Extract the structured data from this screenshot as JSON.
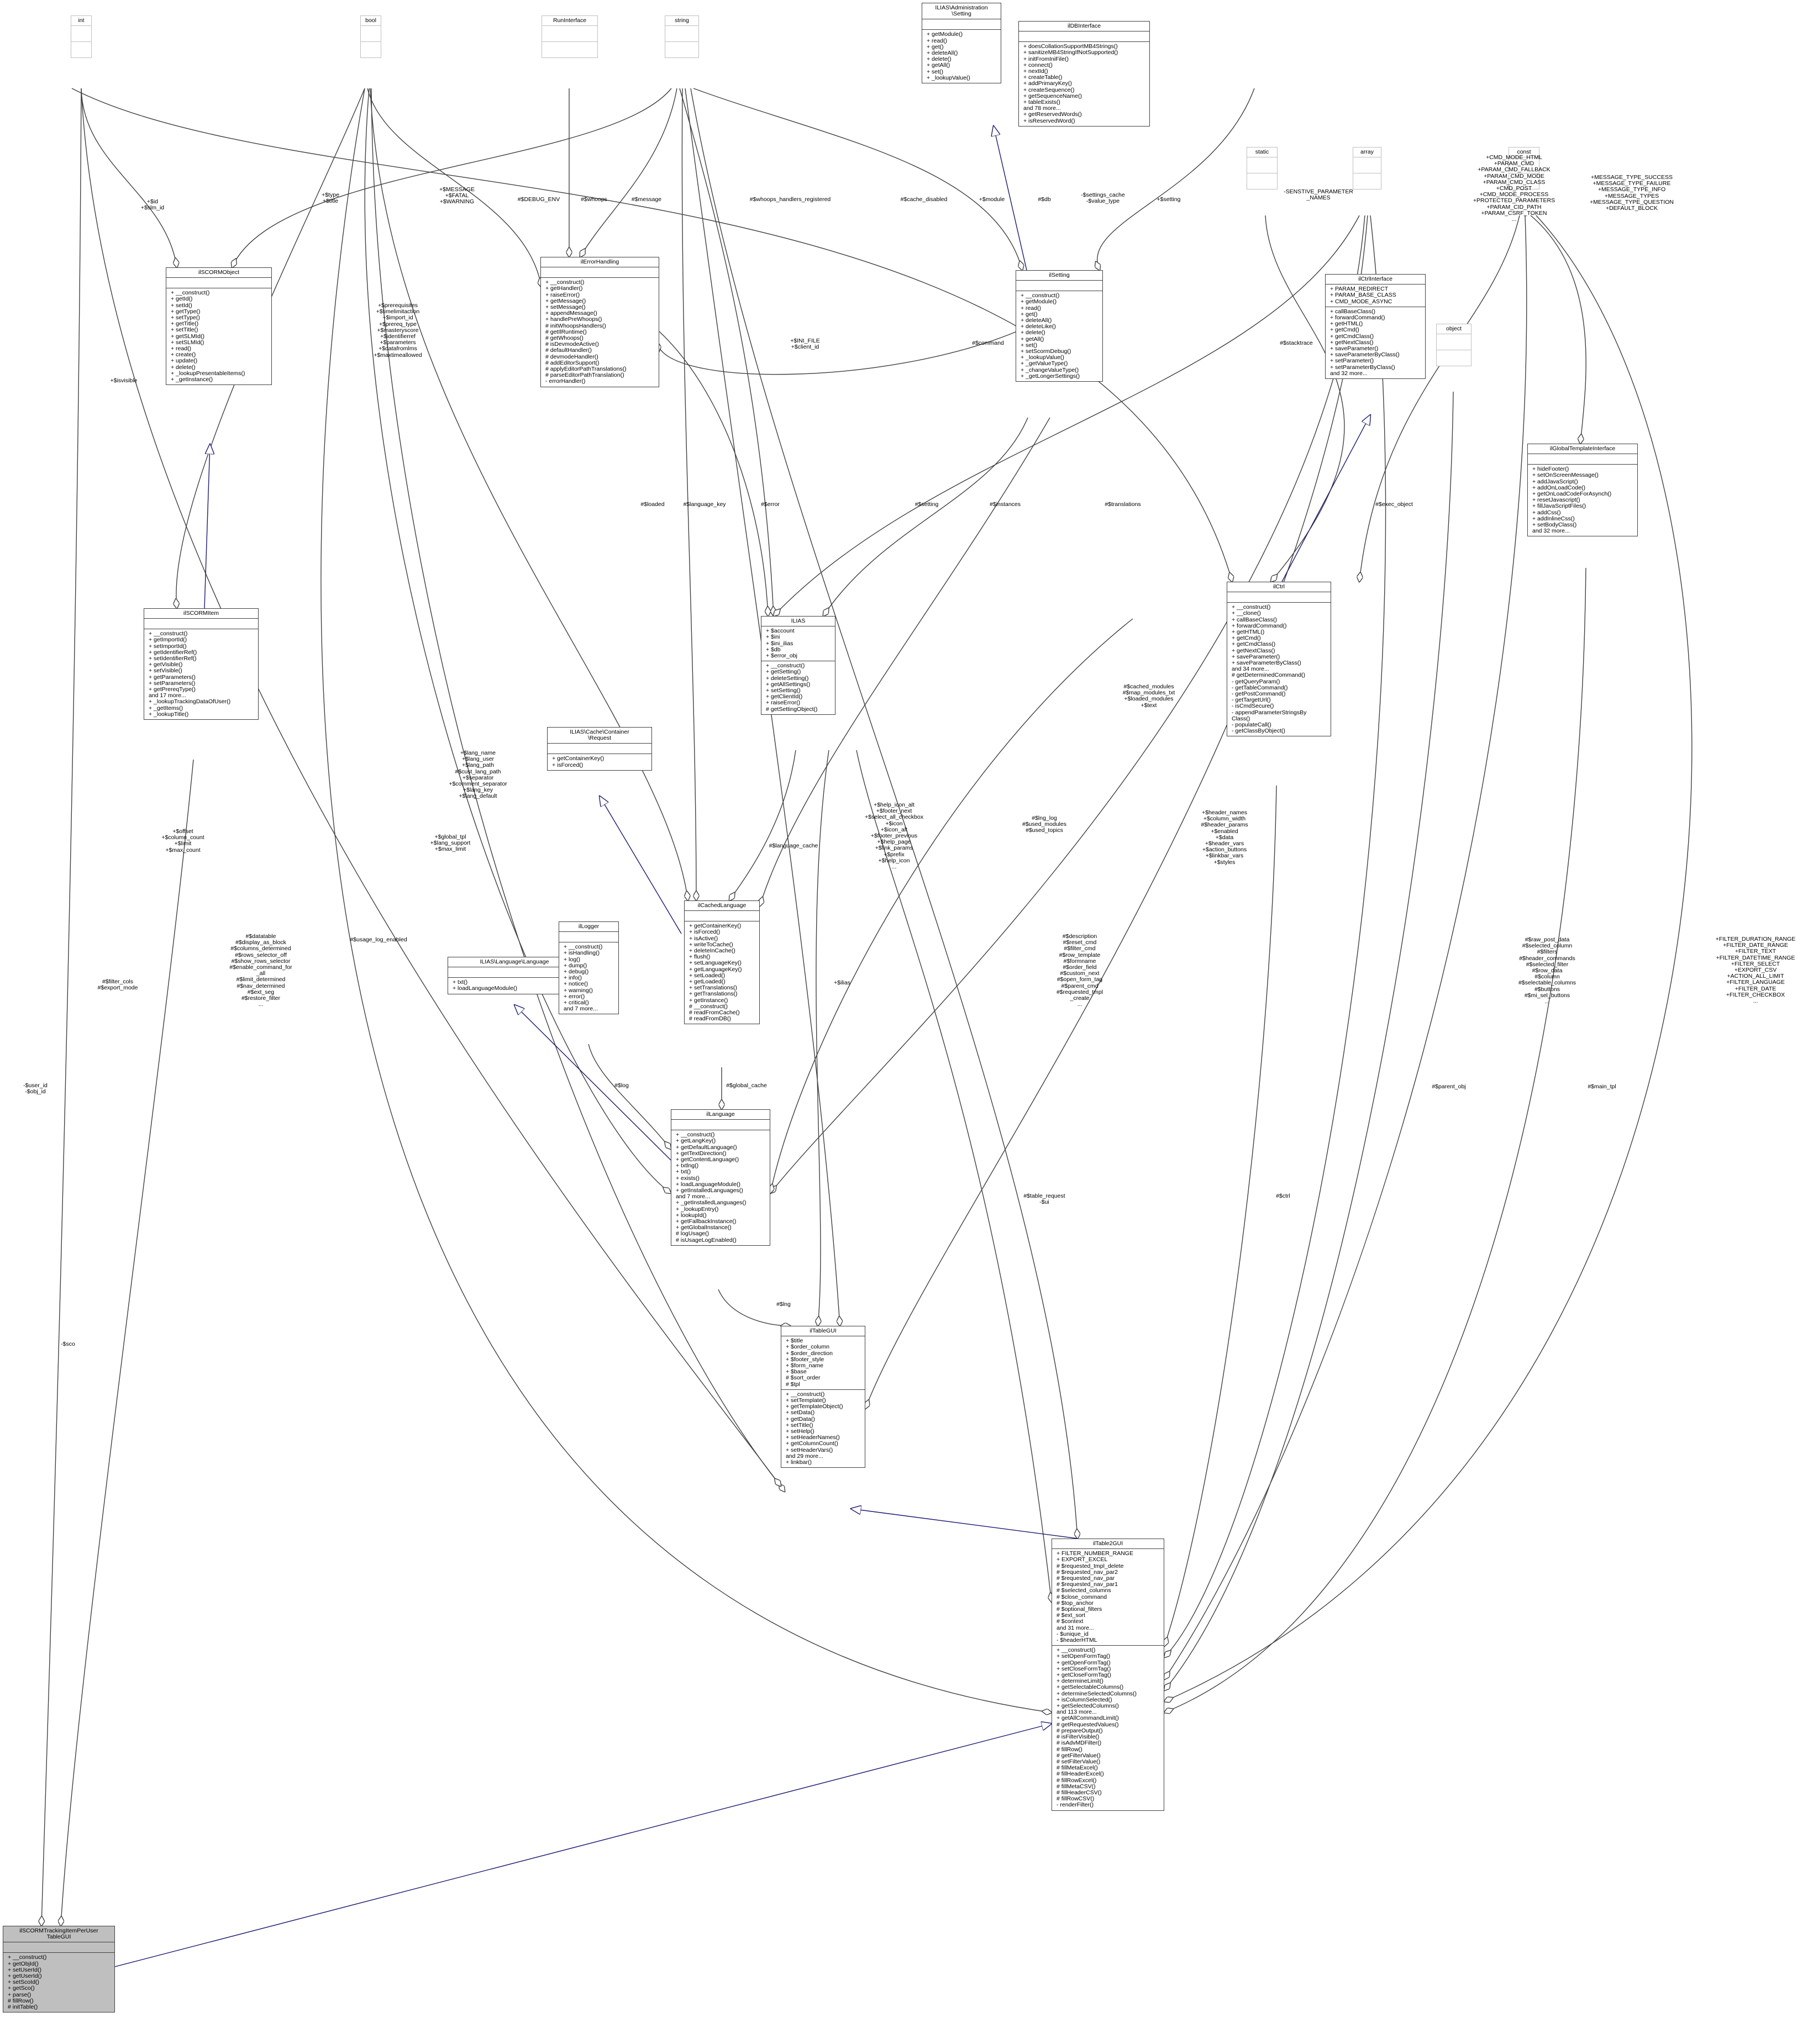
{
  "classes": [
    {
      "name": "int",
      "primitive": true,
      "attrs": [],
      "methods": []
    },
    {
      "name": "bool",
      "primitive": true,
      "attrs": [],
      "methods": []
    },
    {
      "name": "RunInterface",
      "primitive": true,
      "attrs": [],
      "methods": []
    },
    {
      "name": "string",
      "primitive": true,
      "attrs": [],
      "methods": []
    },
    {
      "name": "ILIAS\\Administration\n\\Setting",
      "attrs": [],
      "methods": [
        "+ getModule()",
        "+ read()",
        "+ get()",
        "+ deleteAll()",
        "+ delete()",
        "+ getAll()",
        "+ set()",
        "+ _lookupValue()"
      ]
    },
    {
      "name": "ilDBInterface",
      "attrs": [],
      "methods": [
        "+ doesCollationSupportMB4Strings()",
        "+ sanitizeMB4StringIfNotSupported()",
        "+ initFromIniFile()",
        "+ connect()",
        "+ nextId()",
        "+ createTable()",
        "+ addPrimaryKey()",
        "+ createSequence()",
        "+ getSequenceName()",
        "+ tableExists()",
        "and 78 more...",
        "+ getReservedWords()",
        "+ isReservedWord()"
      ]
    },
    {
      "name": "static",
      "primitive": true,
      "attrs": [],
      "methods": []
    },
    {
      "name": "array",
      "primitive": true,
      "attrs": [],
      "methods": []
    },
    {
      "name": "const",
      "primitive": true,
      "attrs": [],
      "methods": []
    },
    {
      "name": "ilSCORMObject",
      "attrs": [],
      "methods": [
        "+ __construct()",
        "+ getId()",
        "+ setId()",
        "+ getType()",
        "+ setType()",
        "+ getTitle()",
        "+ setTitle()",
        "+ getSLMId()",
        "+ setSLMId()",
        "+ read()",
        "+ create()",
        "+ update()",
        "+ delete()",
        "+ _lookupPresentableItems()",
        "+ _getInstance()"
      ]
    },
    {
      "name": "ilErrorHandling",
      "attrs": [],
      "methods": [
        "+ __construct()",
        "+ getHandler()",
        "+ raiseError()",
        "+ getMessage()",
        "+ setMessage()",
        "+ appendMessage()",
        "+ handlePreWhoops()",
        "# initWhoopsHandlers()",
        "# getIlRuntime()",
        "# getWhoops()",
        "# isDevmodeActive()",
        "# defaultHandler()",
        "# devmodeHandler()",
        "# addEditorSupport()",
        "# applyEditorPathTranslations()",
        "# parseEditorPathTranslation()",
        "- errorHandler()"
      ]
    },
    {
      "name": "ilSetting",
      "attrs": [],
      "methods": [
        "+ __construct()",
        "+ getModule()",
        "+ read()",
        "+ get()",
        "+ deleteAll()",
        "+ deleteLike()",
        "+ delete()",
        "+ getAll()",
        "+ set()",
        "+ setScormDebug()",
        "+ _lookupValue()",
        "+ _getValueType()",
        "+ _changeValueType()",
        "+ _getLongerSettings()"
      ]
    },
    {
      "name": "ilCtrlInterface",
      "attrs": [
        "+ PARAM_REDIRECT",
        "+ PARAM_BASE_CLASS",
        "+ CMD_MODE_ASYNC"
      ],
      "methods": [
        "+ callBaseClass()",
        "+ forwardCommand()",
        "+ getHTML()",
        "+ getCmd()",
        "+ getCmdClass()",
        "+ getNextClass()",
        "+ saveParameter()",
        "+ saveParameterByClass()",
        "+ setParameter()",
        "+ setParameterByClass()",
        "and 32 more..."
      ]
    },
    {
      "name": "object",
      "primitive": true,
      "attrs": [],
      "methods": []
    },
    {
      "name": "ilGlobalTemplateInterface",
      "attrs": [],
      "methods": [
        "+ hideFooter()",
        "+ setOnScreenMessage()",
        "+ addJavaScript()",
        "+ addOnLoadCode()",
        "+ getOnLoadCodeForAsynch()",
        "+ resetJavascript()",
        "+ fillJavaScriptFiles()",
        "+ addCss()",
        "+ addInlineCss()",
        "+ setBodyClass()",
        "and 32 more..."
      ]
    },
    {
      "name": "ilSCORMItem",
      "attrs": [],
      "methods": [
        "+ __construct()",
        "+ getImportId()",
        "+ setImportId()",
        "+ getIdentifierRef()",
        "+ setIdentifierRef()",
        "+ getVisible()",
        "+ setVisible()",
        "+ getParameters()",
        "+ setParameters()",
        "+ getPrereqType()",
        "and 17 more...",
        "+ _lookupTrackingDataOfUser()",
        "+ _getItems()",
        "+ _lookupTitle()"
      ]
    },
    {
      "name": "ILIAS\\Cache\\Container\n\\Request",
      "attrs": [],
      "methods": [
        "+ getContainerKey()",
        "+ isForced()"
      ]
    },
    {
      "name": "ILIAS",
      "attrs": [
        "+ $account",
        "+ $ini",
        "+ $ini_ilias",
        "+ $db",
        "+ $error_obj"
      ],
      "methods": [
        "+ __construct()",
        "+ getSetting()",
        "+ deleteSetting()",
        "+ getAllSettings()",
        "+ setSetting()",
        "+ getClientId()",
        "+ raiseError()",
        "# getSettingObject()"
      ]
    },
    {
      "name": "ilCtrl",
      "attrs": [],
      "methods": [
        "+ __construct()",
        "+ __clone()",
        "+ callBaseClass()",
        "+ forwardCommand()",
        "+ getHTML()",
        "+ getCmd()",
        "+ getCmdClass()",
        "+ getNextClass()",
        "+ saveParameter()",
        "+ saveParameterByClass()",
        "and 34 more...",
        "# getDeterminedCommand()",
        "- getQueryParam()",
        "- getTableCommand()",
        "- getPostCommand()",
        "- getTargetUrl()",
        "- isCmdSecure()",
        "- appendParameterStringsBy\nClass()",
        "- populateCall()",
        "- getClassByObject()"
      ]
    },
    {
      "name": "ilCachedLanguage",
      "attrs": [],
      "methods": [
        "+ getContainerKey()",
        "+ isForced()",
        "+ isActive()",
        "+ writeToCache()",
        "+ deleteInCache()",
        "+ flush()",
        "+ setLanguageKey()",
        "+ getLanguageKey()",
        "+ setLoaded()",
        "+ getLoaded()",
        "+ setTranslations()",
        "+ getTranslations()",
        "+ getInstance()",
        "# __construct()",
        "# readFromCache()",
        "# readFromDB()"
      ]
    },
    {
      "name": "ILIAS\\Language\\Language",
      "attrs": [],
      "methods": [
        "+ txt()",
        "+ loadLanguageModule()"
      ]
    },
    {
      "name": "ilLogger",
      "attrs": [],
      "methods": [
        "+ __construct()",
        "+ isHandling()",
        "+ log()",
        "+ dump()",
        "+ debug()",
        "+ info()",
        "+ notice()",
        "+ warning()",
        "+ error()",
        "+ critical()",
        "and 7 more..."
      ]
    },
    {
      "name": "ilLanguage",
      "attrs": [],
      "methods": [
        "+ __construct()",
        "+ getLangKey()",
        "+ getDefaultLanguage()",
        "+ getTextDirection()",
        "+ getContentLanguage()",
        "+ txtlng()",
        "+ txt()",
        "+ exists()",
        "+ loadLanguageModule()",
        "+ getInstalledLanguages()",
        "and 7 more...",
        "+ _getInstalledLanguages()",
        "+ _lookupEntry()",
        "+ lookupId()",
        "+ getFallbackInstance()",
        "+ getGlobalInstance()",
        "# logUsage()",
        "# isUsageLogEnabled()"
      ]
    },
    {
      "name": "ilTableGUI",
      "attrs": [
        "+ $title",
        "+ $order_column",
        "+ $order_direction",
        "+ $footer_style",
        "+ $form_name",
        "+ $base",
        "# $sort_order",
        "# $tpl"
      ],
      "methods": [
        "+ __construct()",
        "+ setTemplate()",
        "+ getTemplateObject()",
        "+ setData()",
        "+ getData()",
        "+ setTitle()",
        "+ setHelp()",
        "+ setHeaderNames()",
        "+ getColumnCount()",
        "+ setHeaderVars()",
        "and 29 more...",
        "+ linkbar()"
      ]
    },
    {
      "name": "ilTable2GUI",
      "attrs": [
        "+ FILTER_NUMBER_RANGE",
        "+ EXPORT_EXCEL",
        "# $requested_tmpl_delete",
        "# $requested_nav_par2",
        "# $requested_nav_par",
        "# $requested_nav_par1",
        "# $selected_columns",
        "# $close_command",
        "# $top_anchor",
        "# $optional_filters",
        "# $ext_sort",
        "# $context",
        "and 31 more...",
        "- $unique_id",
        "- $headerHTML"
      ],
      "methods": [
        "+ __construct()",
        "+ setOpenFormTag()",
        "+ getOpenFormTag()",
        "+ setCloseFormTag()",
        "+ getCloseFormTag()",
        "+ determineLimit()",
        "+ getSelectableColumns()",
        "+ determineSelectedColumns()",
        "+ isColumnSelected()",
        "+ getSelectedColumns()",
        "and 113 more...",
        "+ getAllCommandLimit()",
        "# getRequestedValues()",
        "# prepareOutput()",
        "# isFilterVisible()",
        "# isAdvMDFilter()",
        "# fillRow()",
        "# getFilterValue()",
        "# setFilterValue()",
        "# fillMetaExcel()",
        "# fillHeaderExcel()",
        "# fillRowExcel()",
        "# fillMetaCSV()",
        "# fillHeaderCSV()",
        "# fillRowCSV()",
        "- renderFilter()"
      ]
    },
    {
      "name": "ilSCORMTrackingItemPerUser\nTableGUI",
      "focus": true,
      "attrs": [],
      "methods": [
        "+ __construct()",
        "+ getObjId()",
        "+ setUserId()",
        "+ getUserId()",
        "+ setScoId()",
        "+ getSco()",
        "+ parse()",
        "# fillRow()",
        "# initTable()"
      ]
    }
  ],
  "edge_labels": [
    "+$id\n+$slm_id",
    "+$isvisible",
    "+$type\n+$title",
    "+$prerequisites\n+$timelimitaction\n+$import_id\n+$prereq_type\n+$masteryscore\n+$identifierref\n+$parameters\n+$datafromlms\n+$maxtimeallowed",
    "+$MESSAGE\n+$FATAL\n+$WARNING",
    "#$DEBUG_ENV",
    "#$whoops",
    "#$message",
    "#$whoops_handlers_registered",
    "#$cache_disabled",
    "+$module",
    "#$db",
    "-$settings_cache\n-$value_type",
    "+$setting",
    "-SENSTIVE_PARAMETER\n_NAMES",
    "+CMD_MODE_HTML\n+PARAM_CMD\n+PARAM_CMD_FALLBACK\n+PARAM_CMD_MODE\n+PARAM_CMD_CLASS\n+CMD_POST\n+CMD_MODE_PROCESS\n+PROTECTED_PARAMETERS\n+PARAM_CID_PATH\n+PARAM_CSRF_TOKEN\n...",
    "+MESSAGE_TYPE_SUCCESS\n+MESSAGE_TYPE_FAILURE\n+MESSAGE_TYPE_INFO\n+MESSAGE_TYPES\n+MESSAGE_TYPE_QUESTION\n+DEFAULT_BLOCK",
    "+FILTER_DURATION_RANGE\n+FILTER_DATE_RANGE\n+FILTER_TEXT\n+FILTER_DATETIME_RANGE\n+FILTER_SELECT\n+EXPORT_CSV\n+ACTION_ALL_LIMIT\n+FILTER_LANGUAGE\n+FILTER_DATE\n+FILTER_CHECKBOX\n...",
    "+$INI_FILE\n+$client_id",
    "#$command",
    "#$stacktrace",
    "#$exec_object",
    "#$loaded",
    "#$language_key",
    "#$error",
    "#$setting",
    "#$instances",
    "#$translations",
    "+$lang_name\n+$lang_user\n+$lang_path\n#$cust_lang_path\n+$separator\n+$comment_separator\n+$lang_key\n+$lang_default",
    "#$usage_log_enabled",
    "#$cached_modules\n#$map_modules_txt\n+$loaded_modules\n+$text",
    "#$lng_log\n#$used_modules\n#$used_topics",
    "+$help_icon_alt\n+$footer_next\n+$select_all_checkbox\n+$icon\n+$icon_alt\n+$footer_previous\n+$help_page\n+$link_params\n+$prefix\n+$help_icon\n...",
    "#$language_cache",
    "+$offset\n+$column_count\n+$limit\n+$max_count",
    "+$global_tpl\n+$lang_support\n+$max_limit",
    "+$header_names\n+$column_width\n#$header_params\n+$enabled\n+$data\n+$header_vars\n+$action_buttons\n+$linkbar_vars\n+$styles",
    "+$ilias",
    "#$log",
    "#$global_cache",
    "#$description\n#$reset_cmd\n#$filter_cmd\n#$row_template\n#$formname\n#$order_field\n#$custom_next\n#$open_form_tag\n#$parent_cmd\n#$requested_tmpl\n_create\n...",
    "#$raw_post_data\n#$selected_column\n#$filters\n#$header_commands\n#$selected_filter\n#$row_data\n#$column\n#$selectable_columns\n#$buttons\n#$mi_sel_buttons\n...",
    "#$datatable\n#$display_as_block\n#$columns_determined\n#$rows_selector_off\n#$show_rows_selector\n#$enable_command_for\n_all\n#$limit_determined\n#$nav_determined\n#$ext_seg\n#$restore_filter\n...",
    "#$filter_cols\n#$export_mode",
    "-$user_id\n-$obj_id",
    "#$ctrl",
    "#$parent_obj",
    "#$main_tpl",
    "#$lng",
    "#$table_request\n-$ui",
    "-$sco"
  ],
  "colors": {
    "inheritance_edge": "#191970",
    "usage_edge": "#404040",
    "focus_fill": "#bfbfbf",
    "primitive_border": "#bfbfbf"
  }
}
